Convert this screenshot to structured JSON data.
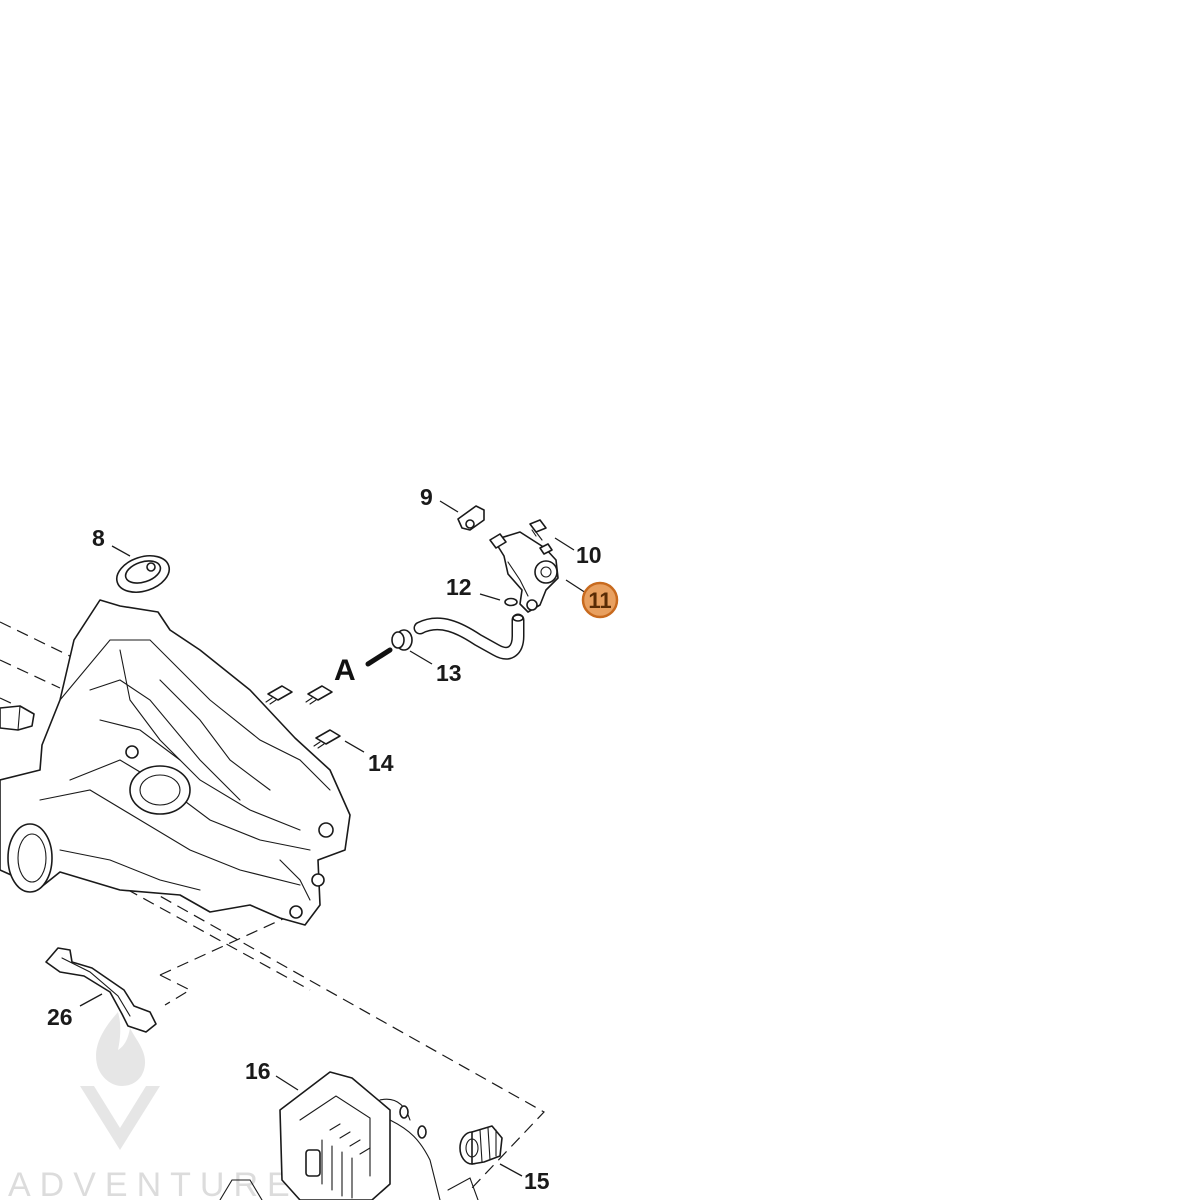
{
  "callouts": [
    {
      "id": "8",
      "label": "8"
    },
    {
      "id": "9",
      "label": "9"
    },
    {
      "id": "10",
      "label": "10"
    },
    {
      "id": "11",
      "label": "11",
      "highlighted": true
    },
    {
      "id": "12",
      "label": "12"
    },
    {
      "id": "13",
      "label": "13"
    },
    {
      "id": "14",
      "label": "14"
    },
    {
      "id": "15",
      "label": "15"
    },
    {
      "id": "16",
      "label": "16"
    },
    {
      "id": "26",
      "label": "26"
    }
  ],
  "reference_marker": "A",
  "highlight_color": "#e8a060",
  "highlight_border": "#c86a1e",
  "watermark_text": "ADVENTURE"
}
